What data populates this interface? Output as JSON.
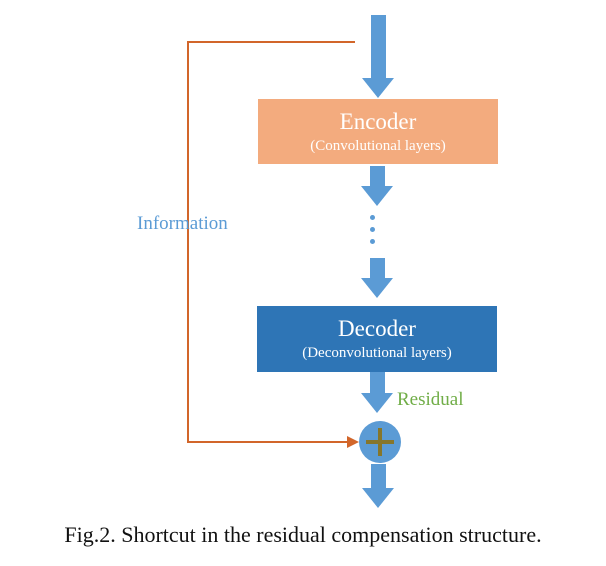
{
  "figure": {
    "encoder": {
      "title": "Encoder",
      "subtitle": "(Convolutional layers)",
      "fill_color": "#F3AB7E",
      "text_color": "#FFFFFF"
    },
    "decoder": {
      "title": "Decoder",
      "subtitle": "(Deconvolutional layers)",
      "fill_color": "#2E75B6",
      "text_color": "#FFFFFF"
    },
    "labels": {
      "information": "Information",
      "information_color": "#5B9BD5",
      "residual": "Residual",
      "residual_color": "#70AD47"
    },
    "icons": {
      "flow_arrows": "down-arrow-icon",
      "hidden_layers": "vertical-ellipsis-icon",
      "sum_node": "plus-sum-icon",
      "shortcut": "shortcut-elbow-arrow-icon"
    },
    "colors": {
      "arrow_blue": "#5B9BD5",
      "shortcut_orange": "#D2662A",
      "plus_olive": "#86762B",
      "background": "#FFFFFF"
    },
    "caption": "Fig.2. Shortcut in the residual compensation structure."
  }
}
